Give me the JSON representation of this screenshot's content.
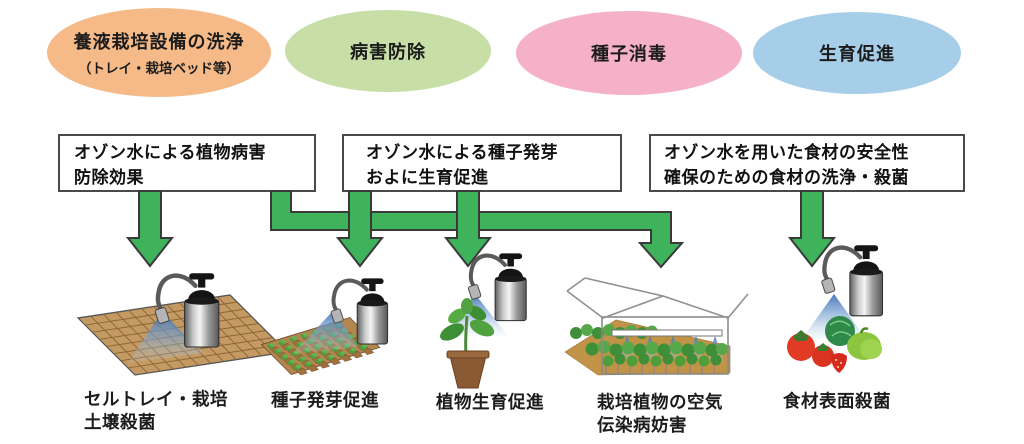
{
  "diagram": {
    "title_implicit": "",
    "arrow_color": "#3FB25C",
    "applications": [
      {
        "label": "養液栽培設備の洗浄",
        "sublabel": "（トレイ・栽培ベッド等）",
        "color": "#F6BA88"
      },
      {
        "label": "病害防除",
        "color": "#C7DFA7"
      },
      {
        "label": "種子消毒",
        "color": "#F5B1C7"
      },
      {
        "label": "生育促進",
        "color": "#A6CEE8"
      }
    ],
    "callouts": [
      {
        "line1": "オゾン水による植物病害",
        "line2": "防除効果"
      },
      {
        "line1": "オゾン水による種子発芽",
        "line2": "およに生育促進"
      },
      {
        "line1": "オゾン水を用いた食材の安全性",
        "line2": "確保のための食材の洗浄・殺菌"
      }
    ],
    "examples": [
      {
        "line1": "セルトレイ・栽培",
        "line2": "土壌殺菌"
      },
      {
        "line1": "種子発芽促進"
      },
      {
        "line1": "植物生育促進"
      },
      {
        "line1": "栽培植物の空気",
        "line2": "伝染病妨害"
      },
      {
        "line1": "食材表面殺菌"
      }
    ]
  }
}
